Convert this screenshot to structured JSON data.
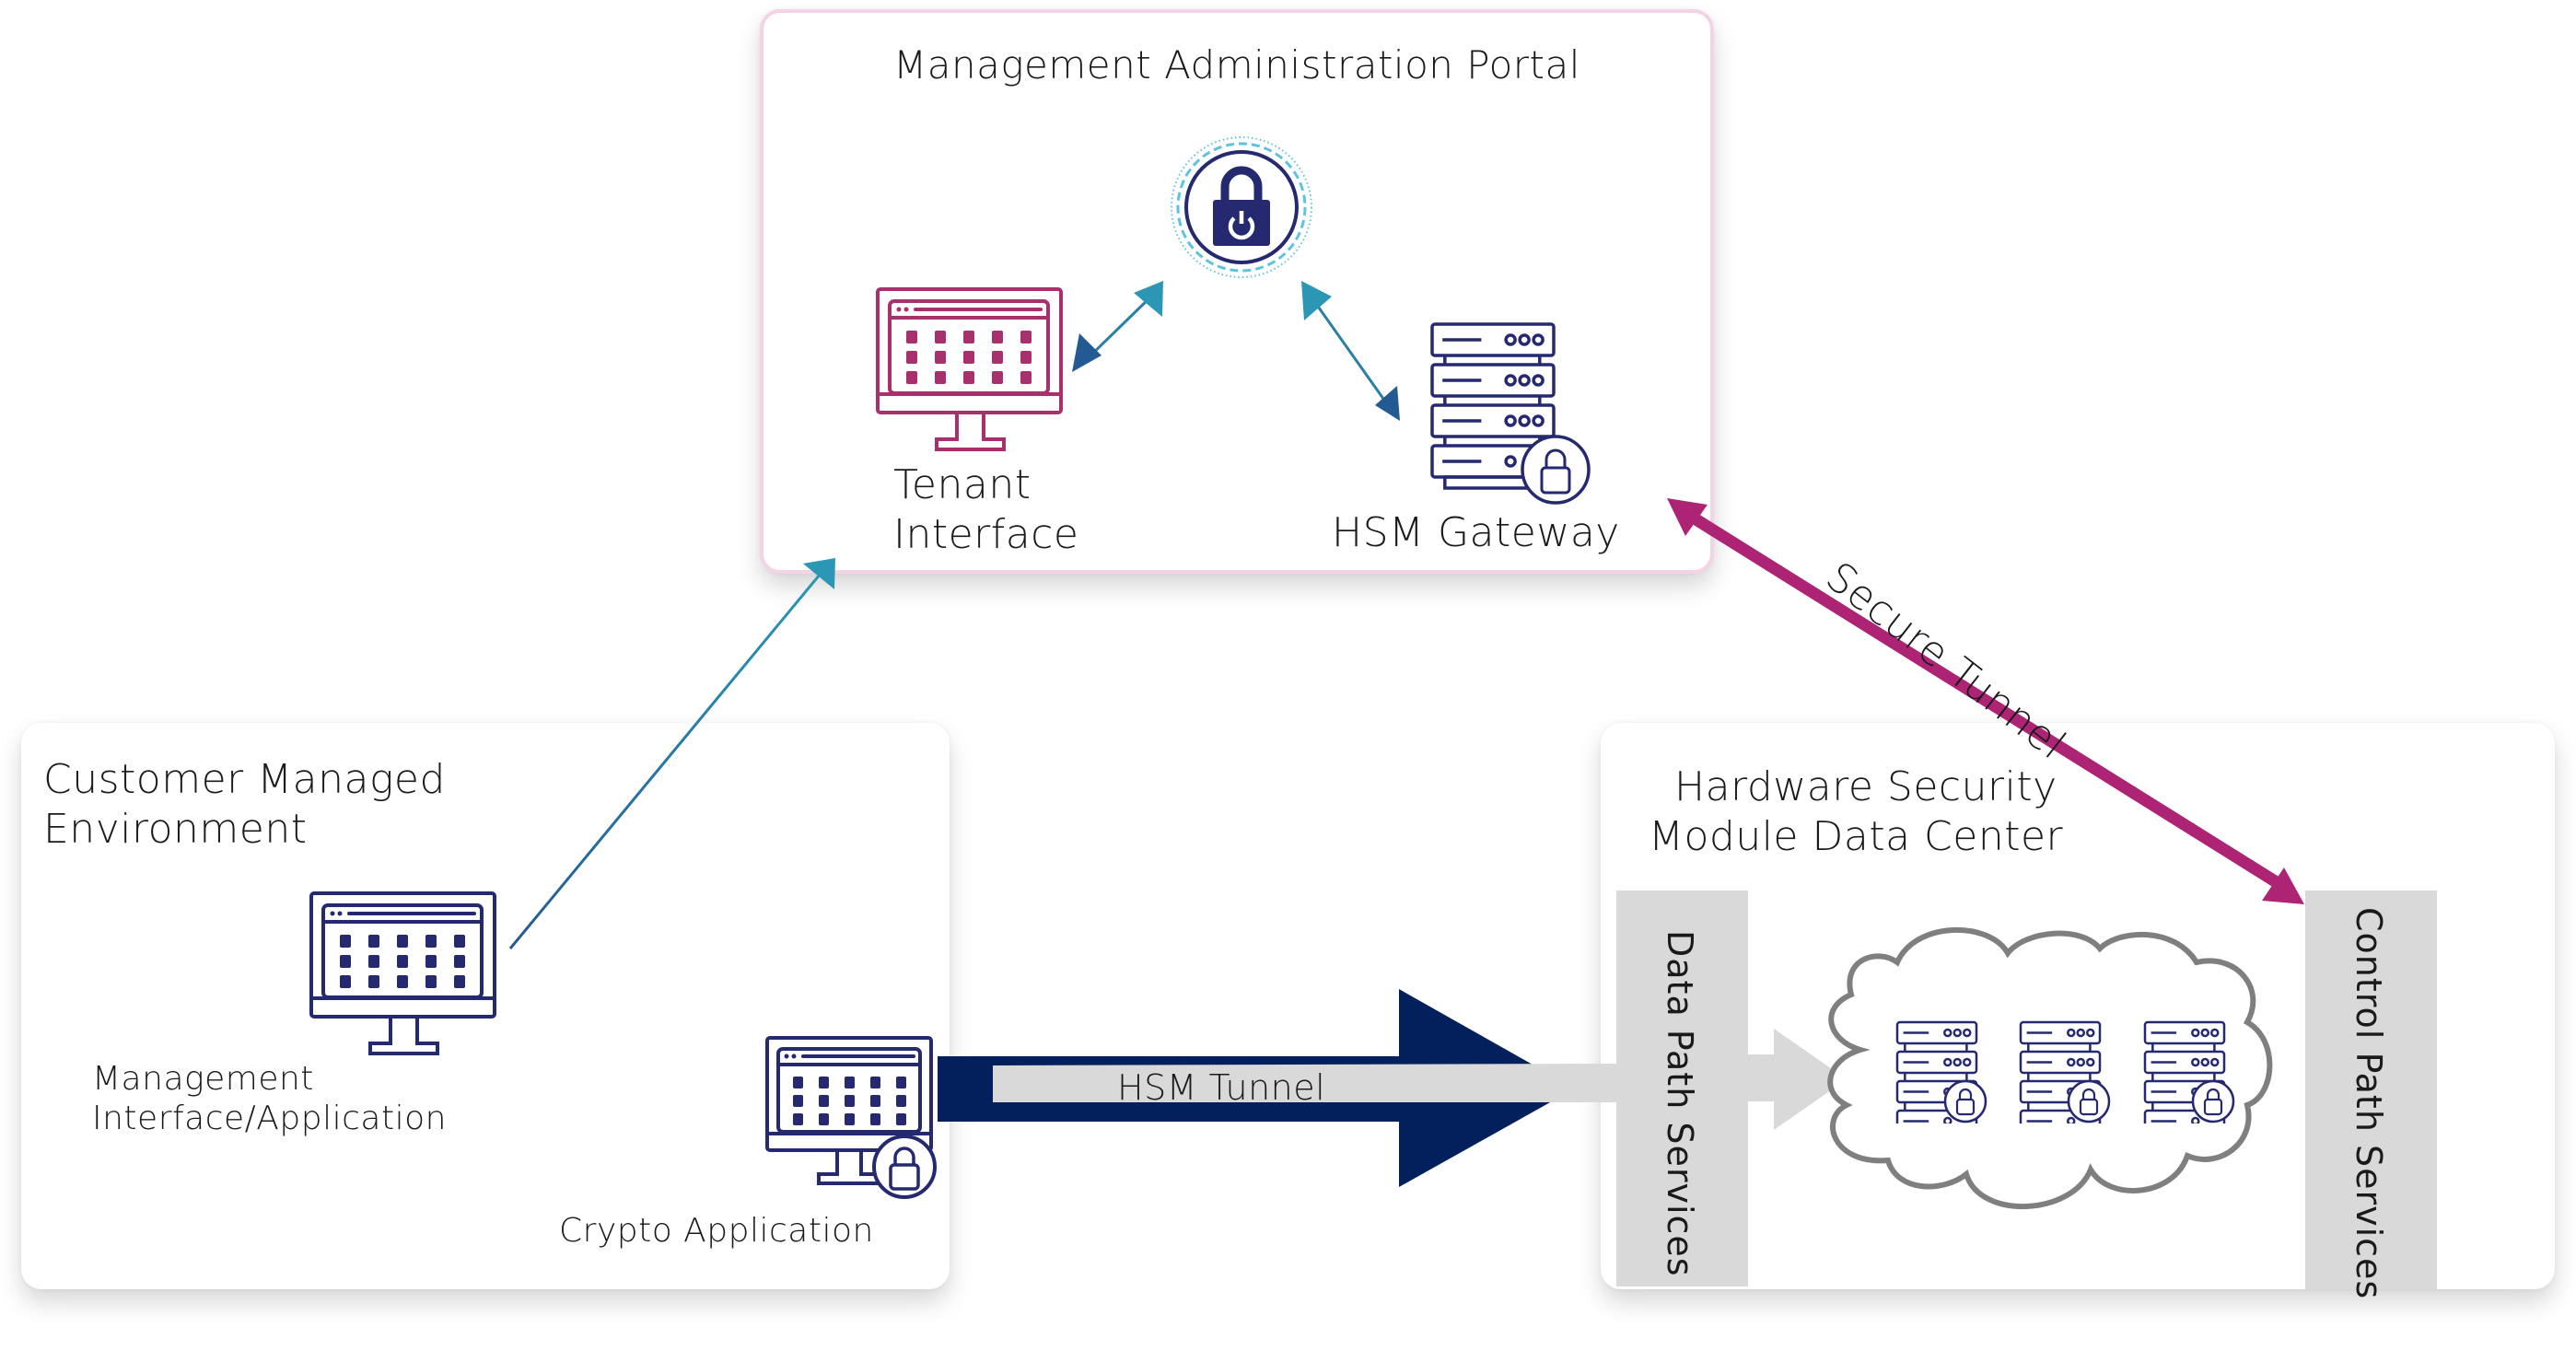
{
  "portal": {
    "title": "Management Administration Portal",
    "tenant_label_line1": "Tenant",
    "tenant_label_line2": "Interface",
    "gateway_label": "HSM Gateway",
    "center_icon": "lock-power-icon"
  },
  "customer": {
    "title_line1": "Customer Managed",
    "title_line2": "Environment",
    "mgmt_label_line1": "Management",
    "mgmt_label_line2": "Interface/Application",
    "crypto_label": "Crypto Application"
  },
  "datacenter": {
    "title_line1": "Hardware Security",
    "title_line2": "Module Data Center",
    "data_path_label": "Data Path Services",
    "control_path_label": "Control Path Services",
    "server_count": 3
  },
  "connections": {
    "hsm_tunnel_label": "HSM Tunnel",
    "secure_tunnel_label": "Secure Tunnel"
  },
  "colors": {
    "navy": "#25296f",
    "tunnel_navy": "#03205c",
    "magenta": "#a8306d",
    "secure_tunnel": "#ae2474",
    "teal": "#2b97b5",
    "arrow_blue": "#245a92",
    "gray_bar": "#d9d9d9",
    "cloud_gray": "#7f7f7f",
    "portal_border": "#f5d3e6"
  }
}
